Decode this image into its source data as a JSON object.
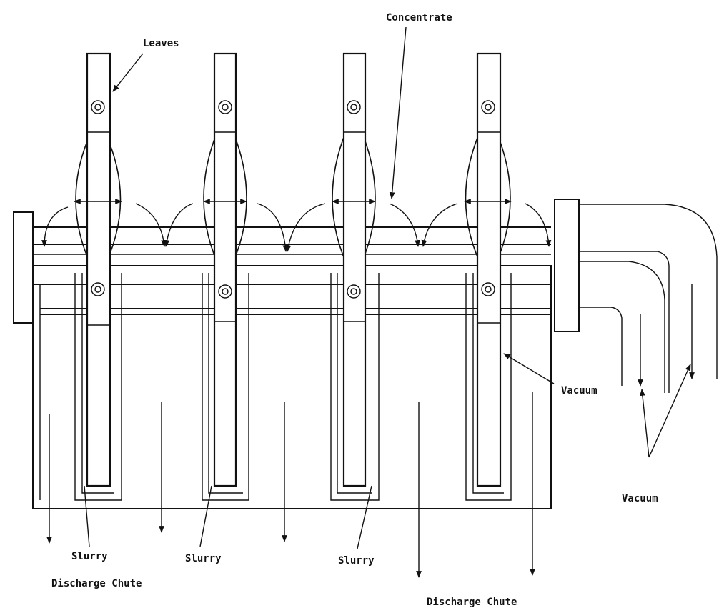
{
  "labels": {
    "leaves": "Leaves",
    "concentrate": "Concentrate",
    "vacuum_center": "Vacuum",
    "vacuum_right": "Vacuum",
    "slurry_1": "Slurry",
    "slurry_2": "Slurry",
    "slurry_3": "Slurry",
    "discharge_chute_left": "Discharge Chute",
    "discharge_chute_right": "Discharge Chute"
  },
  "leaf_count": 4,
  "colors": {
    "ink": "#111111",
    "paper": "#ffffff"
  }
}
